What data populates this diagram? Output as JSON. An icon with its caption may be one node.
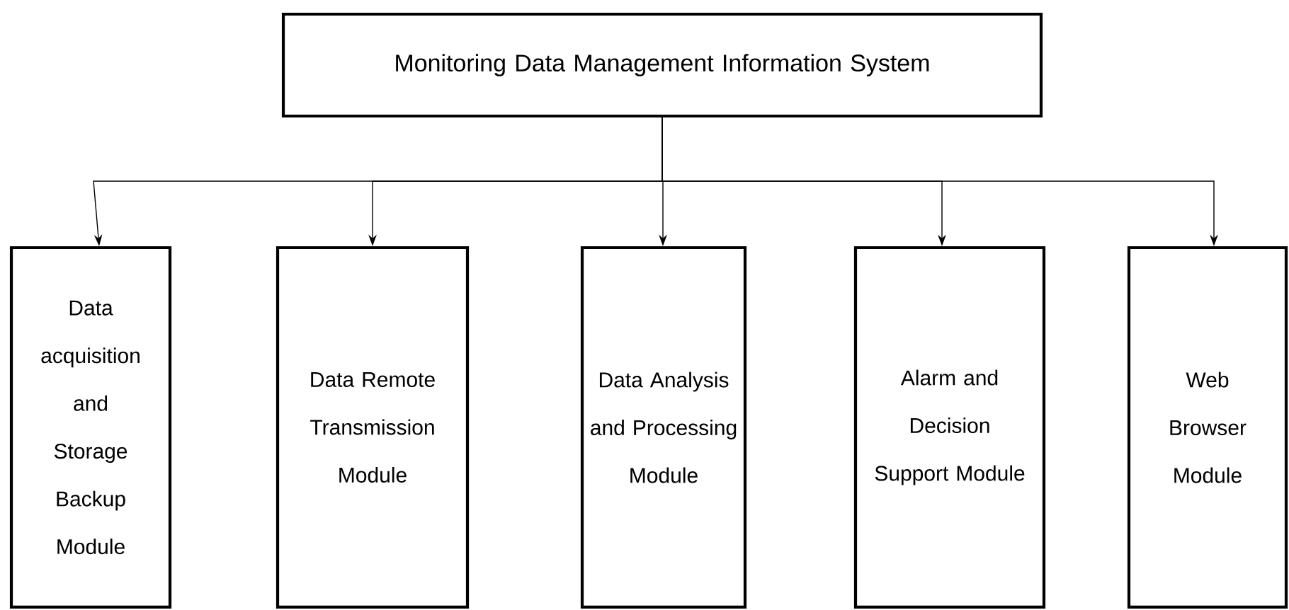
{
  "diagram": {
    "nodes": [
      {
        "text": [
          "Monitoring Data Management Information System"
        ]
      },
      {
        "text": [
          "Data acquisition and Storage Backup Module"
        ]
      },
      {
        "text": [
          "Data Remote Transmission Module"
        ]
      },
      {
        "text": [
          "Data Analysis and Processing Module"
        ]
      },
      {
        "text": [
          "Alarm and Decision Support Module"
        ]
      },
      {
        "text": [
          "Web Browser Module"
        ]
      }
    ],
    "edges": [
      {
        "from": 0,
        "to": 1,
        "arrow": "to"
      },
      {
        "from": 0,
        "to": 2,
        "arrow": "to"
      },
      {
        "from": 0,
        "to": 3,
        "arrow": "to"
      },
      {
        "from": 0,
        "to": 4,
        "arrow": "to"
      },
      {
        "from": 0,
        "to": 5,
        "arrow": "to"
      }
    ]
  }
}
